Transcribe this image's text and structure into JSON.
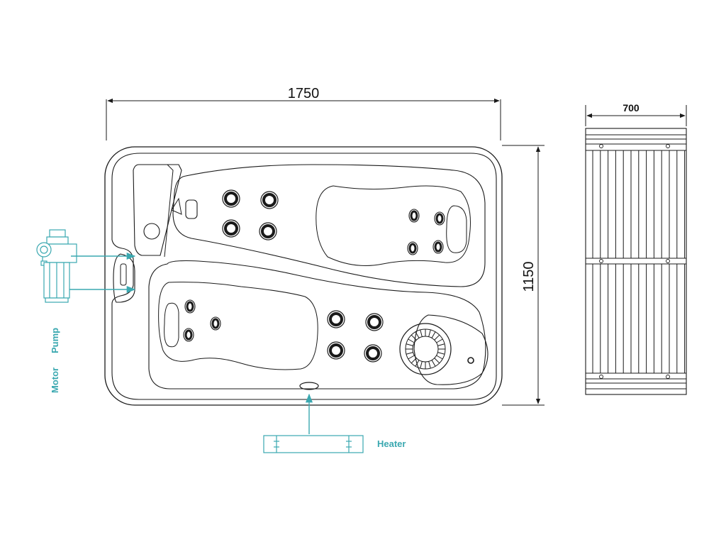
{
  "dimensions": {
    "top_width": "1750",
    "side_height": "1150",
    "right_width": "700"
  },
  "labels": {
    "motor": "Motor",
    "pump": "Pump",
    "heater": "Heater"
  },
  "colors": {
    "accent": "#3aa8b0",
    "line": "#1a1a1a"
  }
}
